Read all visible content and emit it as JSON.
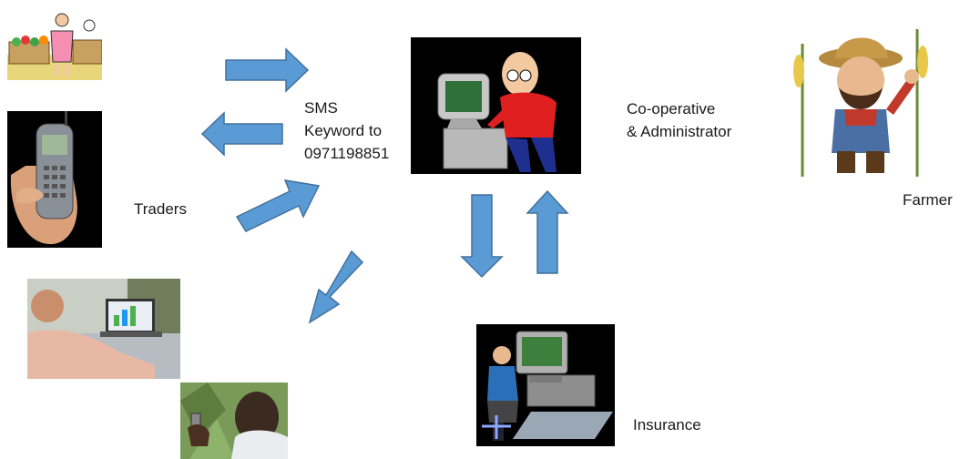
{
  "labels": {
    "sms_line1": "SMS",
    "sms_line2": "Keyword to",
    "sms_line3": "0971198851",
    "cooperative_line1": "Co-operative",
    "cooperative_line2": "& Administrator",
    "farmer": "Farmer",
    "traders": "Traders",
    "insurance": "Insurance"
  },
  "colors": {
    "arrow": "#5b9bd5",
    "arrow_stroke": "#41719c"
  },
  "images": [
    "market-vendor-illustration",
    "mobile-phone-in-hand-photo",
    "man-with-laptop-photo",
    "man-using-phone-in-field-photo",
    "computer-user-cartoon",
    "farmer-cartoon",
    "insurance-computer-clipart"
  ]
}
